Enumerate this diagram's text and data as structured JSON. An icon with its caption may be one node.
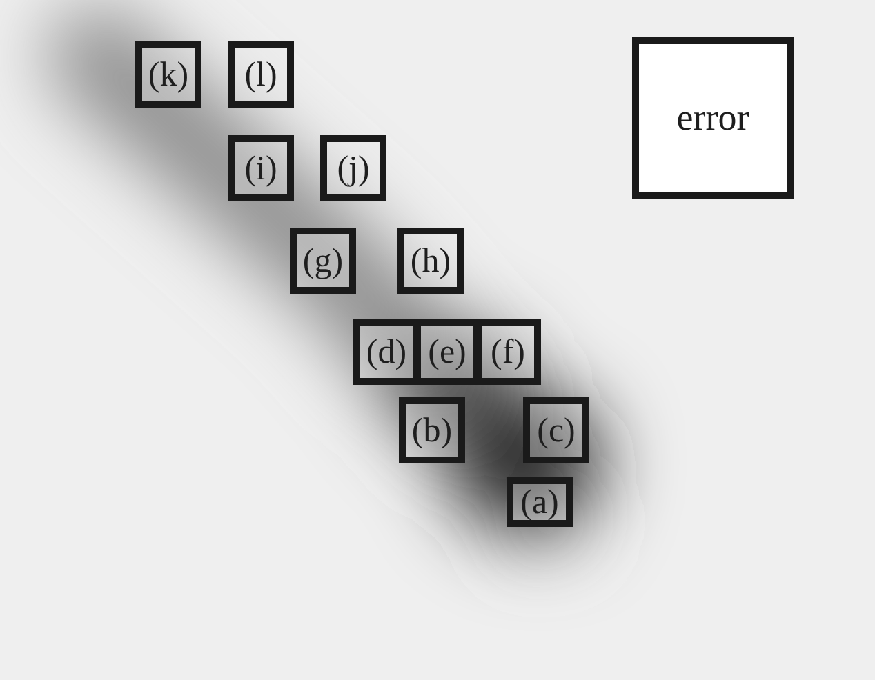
{
  "diagram": {
    "nodes": [
      {
        "text": [
          "(k)"
        ]
      },
      {
        "text": [
          "(l)"
        ]
      },
      {
        "text": [
          "error"
        ]
      },
      {
        "text": [
          "(i)"
        ]
      },
      {
        "text": [
          "(j)"
        ]
      },
      {
        "text": [
          "(g)"
        ]
      },
      {
        "text": [
          "(h)"
        ]
      },
      {
        "text": [
          "(d)"
        ]
      },
      {
        "text": [
          "(e)"
        ]
      },
      {
        "text": [
          "(f)"
        ]
      },
      {
        "text": [
          "(b)"
        ]
      },
      {
        "text": [
          "(c)"
        ]
      },
      {
        "text": [
          "(a)"
        ]
      }
    ]
  }
}
